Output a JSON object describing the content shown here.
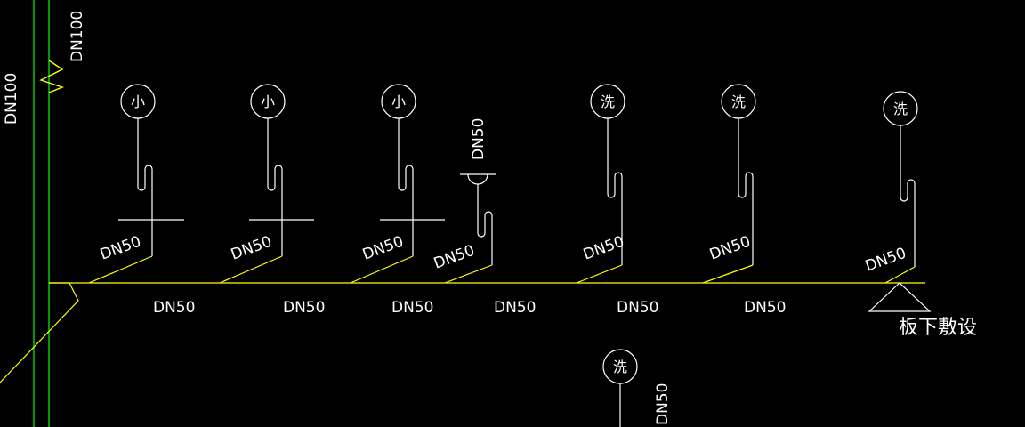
{
  "colors": {
    "background": "#000000",
    "riser_pipe": "#00ff00",
    "drain_pipe": "#ffff00",
    "fixture": "#ffffff",
    "text": "#ffffff"
  },
  "riser": {
    "label": "DN100",
    "branch_label": "DN100"
  },
  "fixtures": [
    {
      "symbol": "小",
      "branch_label": "DN50"
    },
    {
      "symbol": "小",
      "branch_label": "DN50"
    },
    {
      "symbol": "小",
      "branch_label": "DN50"
    },
    {
      "symbol": "",
      "branch_label": "DN50",
      "vertical_label": "DN50"
    },
    {
      "symbol": "洗",
      "branch_label": "DN50"
    },
    {
      "symbol": "洗",
      "branch_label": "DN50"
    },
    {
      "symbol": "洗",
      "branch_label": "DN50"
    }
  ],
  "main_segments": [
    "DN50",
    "DN50",
    "DN50",
    "DN50",
    "DN50",
    "DN50"
  ],
  "note": "板下敷设",
  "lower_fixture": {
    "symbol": "洗",
    "label": "DN50"
  }
}
